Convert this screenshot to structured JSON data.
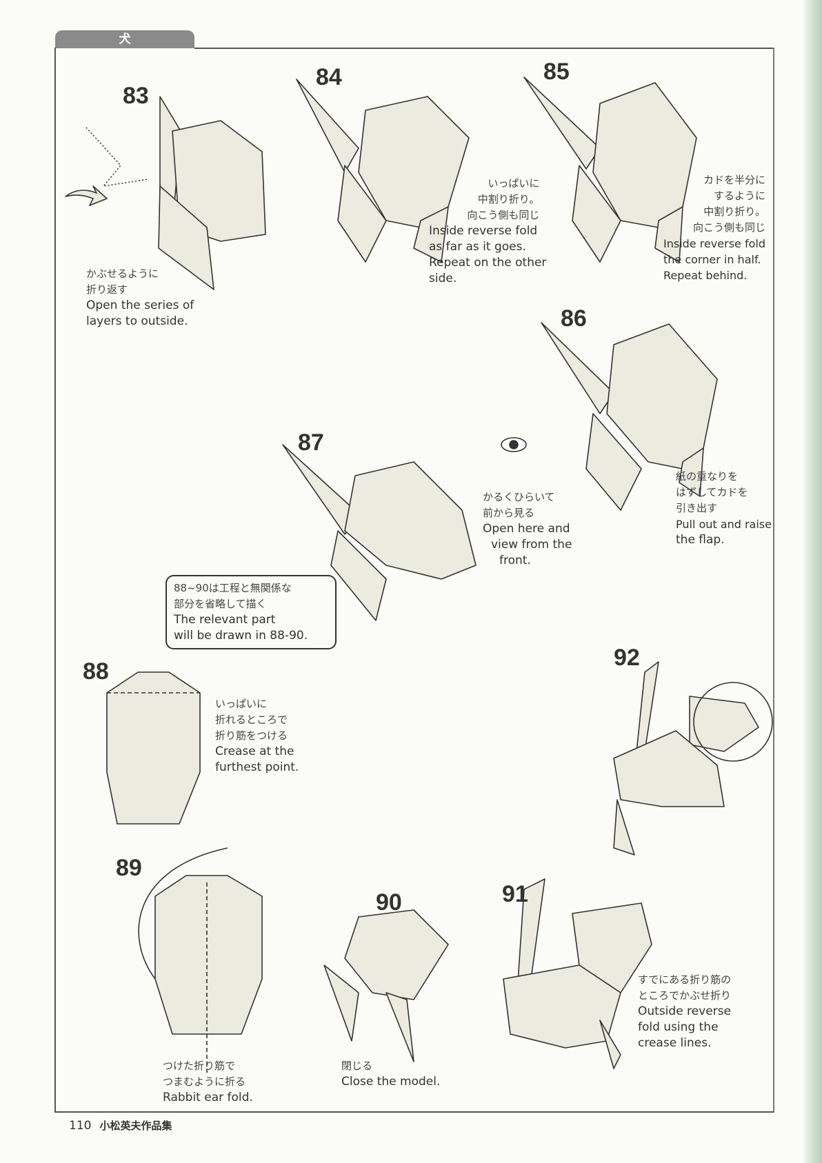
{
  "header": {
    "section_tab": "犬"
  },
  "steps": [
    {
      "number": "83",
      "ja": [
        "かぶせるように",
        "折り返す"
      ],
      "en": [
        "Open the series of",
        "layers to outside."
      ]
    },
    {
      "number": "84",
      "ja": [
        "いっぱいに",
        "中割り折り。",
        "向こう側も同じ"
      ],
      "en": [
        "Inside reverse fold",
        "as far as it goes.",
        "Repeat on the other",
        "side."
      ]
    },
    {
      "number": "85",
      "ja": [
        "カドを半分に",
        "するように",
        "中割り折り。",
        "向こう側も同じ"
      ],
      "en": [
        "Inside reverse fold",
        "the corner in half.",
        "Repeat behind."
      ]
    },
    {
      "number": "86",
      "ja": [
        "紙の重なりを",
        "はずしてカドを",
        "引き出す"
      ],
      "en": [
        "Pull out and raise",
        "the flap."
      ]
    },
    {
      "number": "87",
      "ja": [
        "かるくひらいて",
        "前から見る"
      ],
      "en": [
        "Open here and",
        "view from the",
        "front."
      ]
    },
    {
      "number": "88",
      "ja": [
        "いっぱいに",
        "折れるところで",
        "折り筋をつける"
      ],
      "en": [
        "Crease at the",
        "furthest point."
      ]
    },
    {
      "number": "89",
      "ja": [
        "つけた折り筋で",
        "つまむように折る"
      ],
      "en": [
        "Rabbit ear fold."
      ]
    },
    {
      "number": "90",
      "ja": [
        "閉じる"
      ],
      "en": [
        "Close the model."
      ]
    },
    {
      "number": "91",
      "ja": [
        "すでにある折り筋の",
        "ところでかぶせ折り"
      ],
      "en": [
        "Outside reverse",
        "fold using the",
        "crease lines."
      ]
    },
    {
      "number": "92",
      "ja": [],
      "en": []
    }
  ],
  "note": {
    "ja": [
      "88~90は工程と無関係な",
      "部分を省略して描く"
    ],
    "en": [
      "The relevant part",
      "will be drawn in 88-90."
    ]
  },
  "footer": {
    "page_number": "110",
    "book_title": "小松英夫作品集"
  }
}
